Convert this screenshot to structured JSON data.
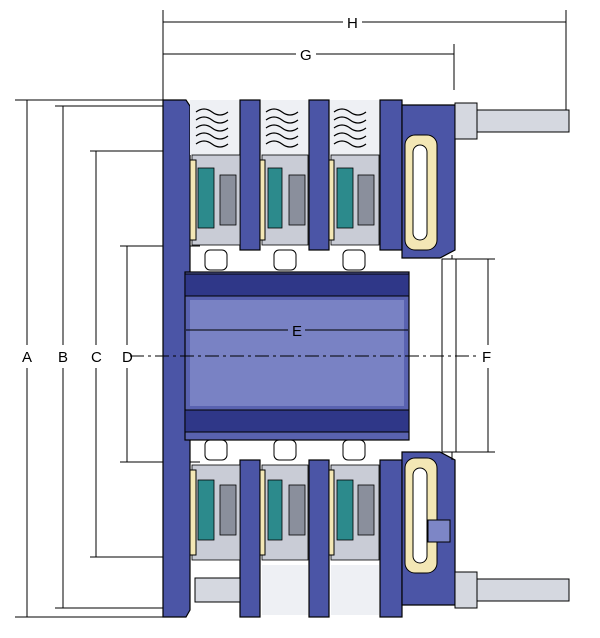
{
  "dimensions": {
    "A": "A",
    "B": "B",
    "C": "C",
    "D": "D",
    "E": "E",
    "F": "F",
    "G": "G",
    "H": "H"
  },
  "colors": {
    "plate_blue": "#4b55a6",
    "hub_blue": "#5962b0",
    "friction_cream": "#f3e7b5",
    "piston_teal": "#2c8a8c"
  }
}
